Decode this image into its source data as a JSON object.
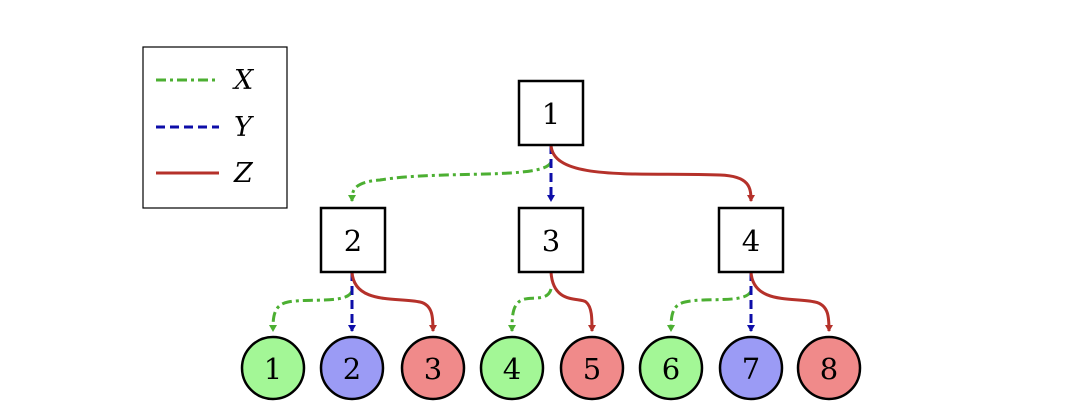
{
  "legend": [
    {
      "label": "X",
      "color": "#4caf32",
      "style": "dashdot"
    },
    {
      "label": "Y",
      "color": "#0d0da8",
      "style": "dashed"
    },
    {
      "label": "Z",
      "color": "#b5312a",
      "style": "solid"
    }
  ],
  "nodes": {
    "root": {
      "label": "1",
      "shape": "square"
    },
    "mid": [
      {
        "label": "2",
        "shape": "square"
      },
      {
        "label": "3",
        "shape": "square"
      },
      {
        "label": "4",
        "shape": "square"
      }
    ],
    "leaves": [
      {
        "label": "1",
        "fill": "#a3f796"
      },
      {
        "label": "2",
        "fill": "#9b9bf5"
      },
      {
        "label": "3",
        "fill": "#f08a8a"
      },
      {
        "label": "4",
        "fill": "#a3f796"
      },
      {
        "label": "5",
        "fill": "#f08a8a"
      },
      {
        "label": "6",
        "fill": "#a3f796"
      },
      {
        "label": "7",
        "fill": "#9b9bf5"
      },
      {
        "label": "8",
        "fill": "#f08a8a"
      }
    ]
  },
  "edges": [
    {
      "from": "root",
      "to": "mid.0",
      "type": "X"
    },
    {
      "from": "root",
      "to": "mid.1",
      "type": "Y"
    },
    {
      "from": "root",
      "to": "mid.2",
      "type": "Z"
    },
    {
      "from": "mid.0",
      "to": "leaves.0",
      "type": "X"
    },
    {
      "from": "mid.0",
      "to": "leaves.1",
      "type": "Y"
    },
    {
      "from": "mid.0",
      "to": "leaves.2",
      "type": "Z"
    },
    {
      "from": "mid.1",
      "to": "leaves.3",
      "type": "X"
    },
    {
      "from": "mid.1",
      "to": "leaves.4",
      "type": "Z"
    },
    {
      "from": "mid.2",
      "to": "leaves.5",
      "type": "X"
    },
    {
      "from": "mid.2",
      "to": "leaves.6",
      "type": "Y"
    },
    {
      "from": "mid.2",
      "to": "leaves.7",
      "type": "Z"
    }
  ]
}
